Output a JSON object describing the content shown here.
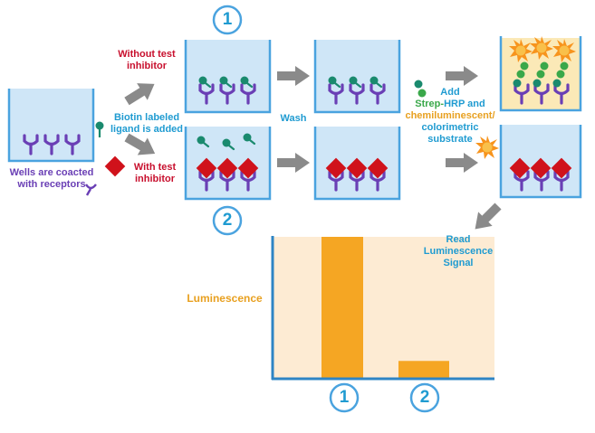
{
  "labels": {
    "step1_number": "1",
    "step2_number": "2",
    "without_inhibitor_l1": "Without test",
    "without_inhibitor_l2": "inhibitor",
    "biotin_l1": "Biotin labeled",
    "biotin_l2": "ligand is added",
    "with_inhibitor_l1": "With test",
    "with_inhibitor_l2": "inhibitor",
    "wells_l1": "Wells are coacted",
    "wells_l2": "with receptors",
    "wash": "Wash",
    "add_prefix": "Add",
    "strep": "Strep-",
    "hrp": "HRP",
    "and": " and",
    "chemi": "chemiluminescent/",
    "colorimetric": "colorimetric",
    "substrate": "substrate",
    "read_l1": "Read",
    "read_l2": "Luminescence",
    "read_l3": "Signal",
    "luminescence": "Luminescence"
  },
  "colors": {
    "well_fill": "#cfe6f7",
    "well_stroke": "#4aa3df",
    "receptor": "#6a3fb5",
    "ligand": "#1a8a6e",
    "inhibitor": "#d0121b",
    "arrow": "#8a8a8a",
    "bar": "#f5a623",
    "chart_bg": "#fdebd3",
    "axis": "#2e84c4",
    "signal_bg": "#fbe9b7",
    "star": "#f7941d"
  },
  "chart_data": {
    "type": "bar",
    "categories": [
      "1",
      "2"
    ],
    "values": [
      100,
      12
    ],
    "ylabel": "Luminescence",
    "ylim": [
      0,
      100
    ]
  }
}
